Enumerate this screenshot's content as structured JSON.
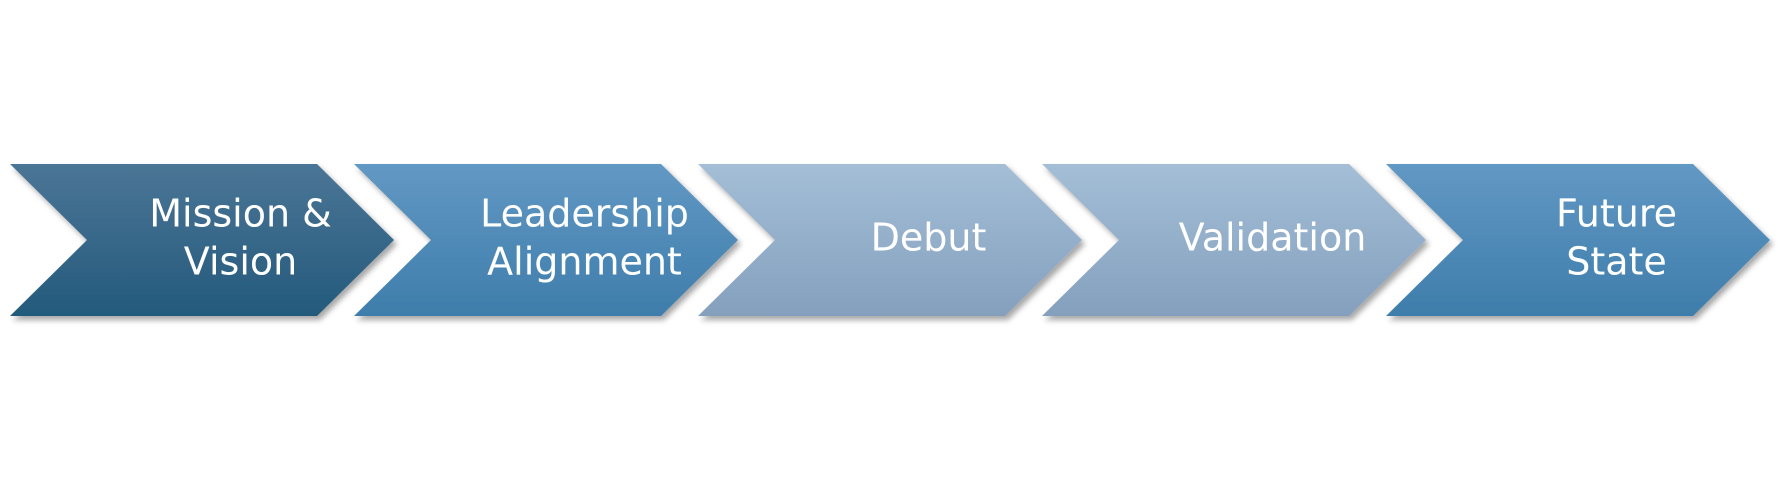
{
  "steps": [
    {
      "lines": [
        "Mission &",
        "Vision"
      ],
      "color_top": "#4b7596",
      "color_bottom": "#235a7c"
    },
    {
      "lines": [
        "Leadership",
        "Alignment"
      ],
      "color_top": "#6298c4",
      "color_bottom": "#3e7dab"
    },
    {
      "lines": [
        "Debut"
      ],
      "color_top": "#a4bed7",
      "color_bottom": "#84a0bd"
    },
    {
      "lines": [
        "Validation"
      ],
      "color_top": "#a4bed7",
      "color_bottom": "#84a0bd"
    },
    {
      "lines": [
        "Future",
        "State"
      ],
      "color_top": "#6298c4",
      "color_bottom": "#3e7dab"
    }
  ]
}
